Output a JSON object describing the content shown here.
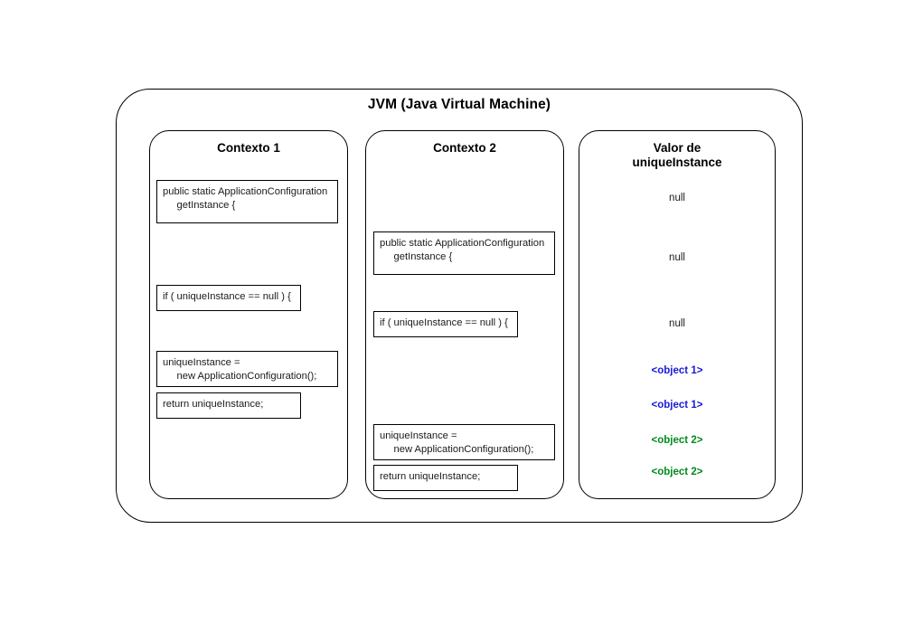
{
  "diagram": {
    "title": "JVM (Java Virtual Machine)",
    "colors": {
      "object1": "#1a1ad6",
      "object2": "#008a1e",
      "stroke": "#000000",
      "text": "#1a1a1a"
    }
  },
  "columns": {
    "context1": {
      "title": "Contexto 1",
      "steps": [
        "public static ApplicationConfiguration\n     getInstance {",
        "if ( uniqueInstance == null ) {",
        "uniqueInstance =\n     new ApplicationConfiguration();",
        "return uniqueInstance;"
      ]
    },
    "context2": {
      "title": "Contexto 2",
      "steps": [
        "public static ApplicationConfiguration\n     getInstance {",
        "if ( uniqueInstance == null ) {",
        "uniqueInstance =\n     new ApplicationConfiguration();",
        "return uniqueInstance;"
      ]
    },
    "value": {
      "title": "Valor de\nuniqueInstance",
      "title_line1": "Valor de",
      "title_line2": "uniqueInstance",
      "entries": [
        {
          "text": "null",
          "kind": "null"
        },
        {
          "text": "null",
          "kind": "null"
        },
        {
          "text": "null",
          "kind": "null"
        },
        {
          "text": "<object 1>",
          "kind": "object1"
        },
        {
          "text": "<object 1>",
          "kind": "object1"
        },
        {
          "text": "<object 2>",
          "kind": "object2"
        },
        {
          "text": "<object 2>",
          "kind": "object2"
        }
      ]
    }
  }
}
